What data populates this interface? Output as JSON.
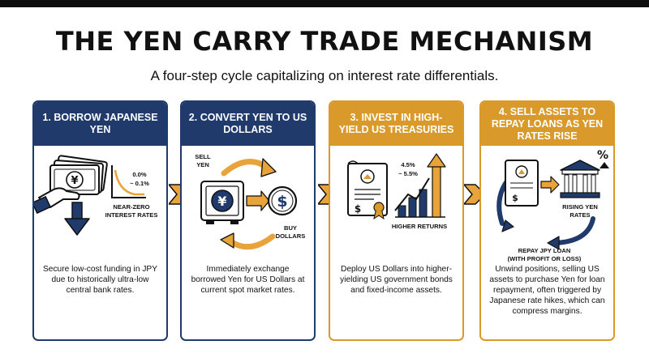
{
  "title": "THE YEN CARRY TRADE MECHANISM",
  "subtitle": "A four-step cycle capitalizing on interest rate differentials.",
  "colors": {
    "navy": "#1f3a6b",
    "gold": "#d99a2b",
    "orange": "#e8a33a",
    "dark": "#111111"
  },
  "steps": [
    {
      "heading": "1. BORROW JAPANESE YEN",
      "label_rate_1": "0.0%",
      "label_rate_2": "~ 0.1%",
      "label_near_1": "NEAR-ZERO",
      "label_near_2": "INTEREST RATES",
      "description": "Secure low-cost funding in JPY due to historically ultra-low central bank rates.",
      "icons": [
        "hand-holding-yen-banknotes-icon",
        "down-arrow-icon",
        "low-rate-line-chart-icon"
      ]
    },
    {
      "heading": "2. CONVERT YEN TO US DOLLARS",
      "label_sell_1": "SELL",
      "label_sell_2": "YEN",
      "label_buy_1": "BUY",
      "label_buy_2": "DOLLARS",
      "yen_symbol": "¥",
      "dollar_symbol": "$",
      "description": "Immediately exchange borrowed Yen for US Dollars at current spot market rates.",
      "icons": [
        "yen-safe-icon",
        "dollar-coin-icon",
        "exchange-arrows-icon"
      ]
    },
    {
      "heading": "3. INVEST IN HIGH-YIELD US TREASURIES",
      "label_rate_1": "4.5%",
      "label_rate_2": "~ 5.5%",
      "label_returns": "HIGHER RETURNS",
      "dollar_symbol": "$",
      "percent_symbol": "%",
      "description": "Deploy US Dollars into higher-yielding US government bonds and fixed-income assets.",
      "icons": [
        "treasury-bond-certificate-icon",
        "rising-bar-chart-icon"
      ]
    },
    {
      "heading": "4. SELL ASSETS TO REPAY LOANS AS YEN RATES RISE",
      "dollar_symbol": "$",
      "percent_symbol": "%",
      "label_rising_1": "RISING YEN",
      "label_rising_2": "RATES",
      "label_repay_1": "REPAY JPY LOAN",
      "label_repay_2": "(WITH PROFIT OR LOSS)",
      "description": "Unwind positions, selling US assets to purchase Yen for loan repayment, often triggered by Japanese rate hikes, which can compress margins.",
      "icons": [
        "bond-certificate-icon",
        "bank-building-icon",
        "circular-arrow-icon"
      ]
    }
  ]
}
